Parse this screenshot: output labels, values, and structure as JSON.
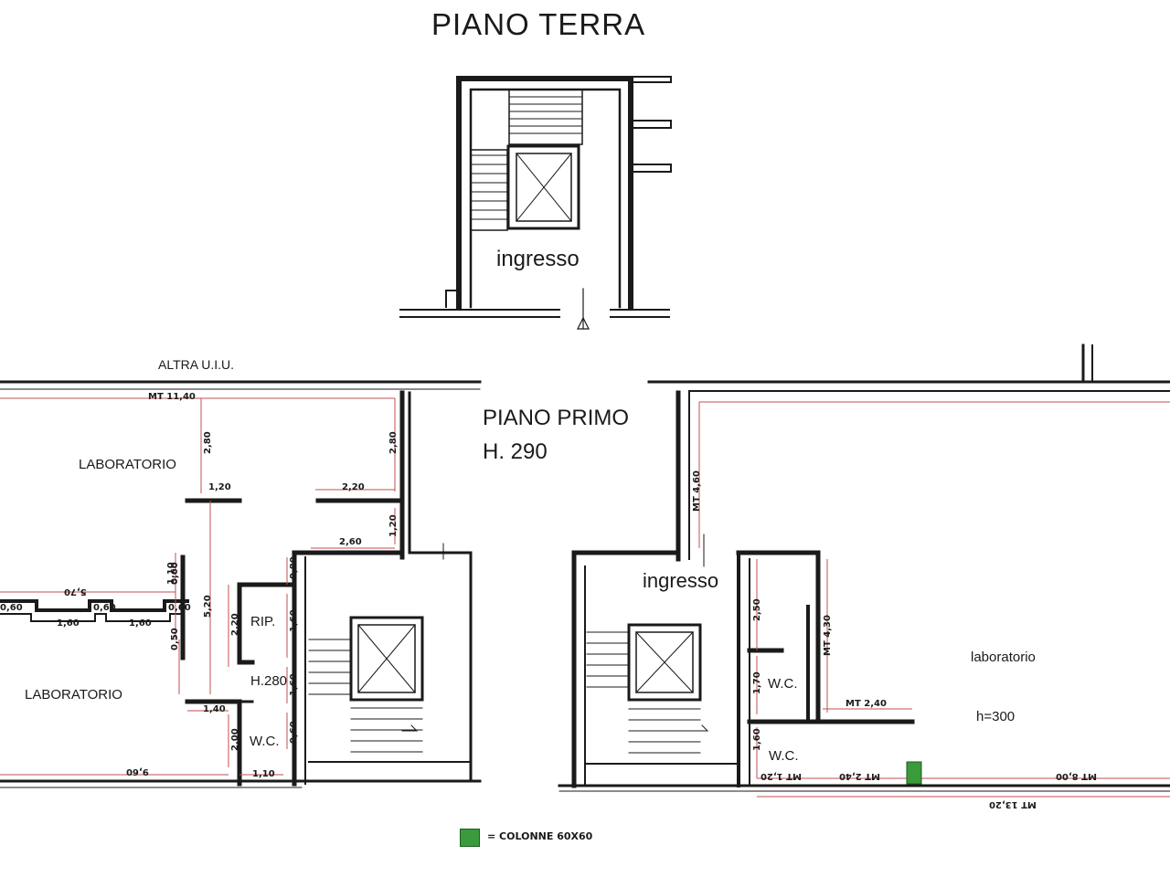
{
  "floors": {
    "ground": {
      "title": "PIANO TERRA",
      "entrance": "ingresso"
    },
    "first": {
      "title": "PIANO PRIMO",
      "height": "H. 290"
    }
  },
  "left_unit": {
    "neighbour": "ALTRA U.I.U.",
    "room_top": "LABORATORIO",
    "room_bottom": "LABORATORIO",
    "storage": "RIP.",
    "storage_height": "H.280",
    "wc": "W.C.",
    "dims": {
      "top_width": "MT 11,40",
      "top_left_h": "2,80",
      "top_right_h": "2,80",
      "partition_a": "1,20",
      "partition_b": "2,20",
      "corridor_h": "1,20",
      "corridor_w": "2,60",
      "mid_w": "5,70",
      "pier_1": "1,60",
      "pier_2": "1,60",
      "pier_a": "0,60",
      "pier_b": "0,60",
      "pier_c": "0,60",
      "pier_d": "0,60",
      "side_a": "1,10",
      "side_b": "0,50",
      "main_h": "5,20",
      "rip_h": "2,20",
      "rip_w": "1,60",
      "wc_w": "1,60",
      "wall_a": "0,80",
      "wall_b": "0,60",
      "door_w": "1,40",
      "wc_h": "2,00",
      "bottom_w": "9,60",
      "bottom_wc": "1,10"
    }
  },
  "right_unit": {
    "entrance": "ingresso",
    "room": "laboratorio",
    "height": "h=300",
    "wc_1": "W.C.",
    "wc_2": "W.C.",
    "dims": {
      "left_h": "MT 4,60",
      "right_h": "MT 4,30",
      "wc_h1": "2,50",
      "wc_h2": "1,70",
      "wc_h3": "1,60",
      "partition_w": "MT 2,40",
      "bottom_a": "MT 1,20",
      "bottom_b": "MT 2,40",
      "bottom_c": "MT 8,00",
      "total_w": "MT 13,20"
    }
  },
  "legend": {
    "label": "= COLONNE 60X60",
    "color": "#3a9a3c"
  },
  "colors": {
    "wall": "#1a1a1a",
    "dimension": "#c0504d",
    "column": "#3a9a3c"
  }
}
